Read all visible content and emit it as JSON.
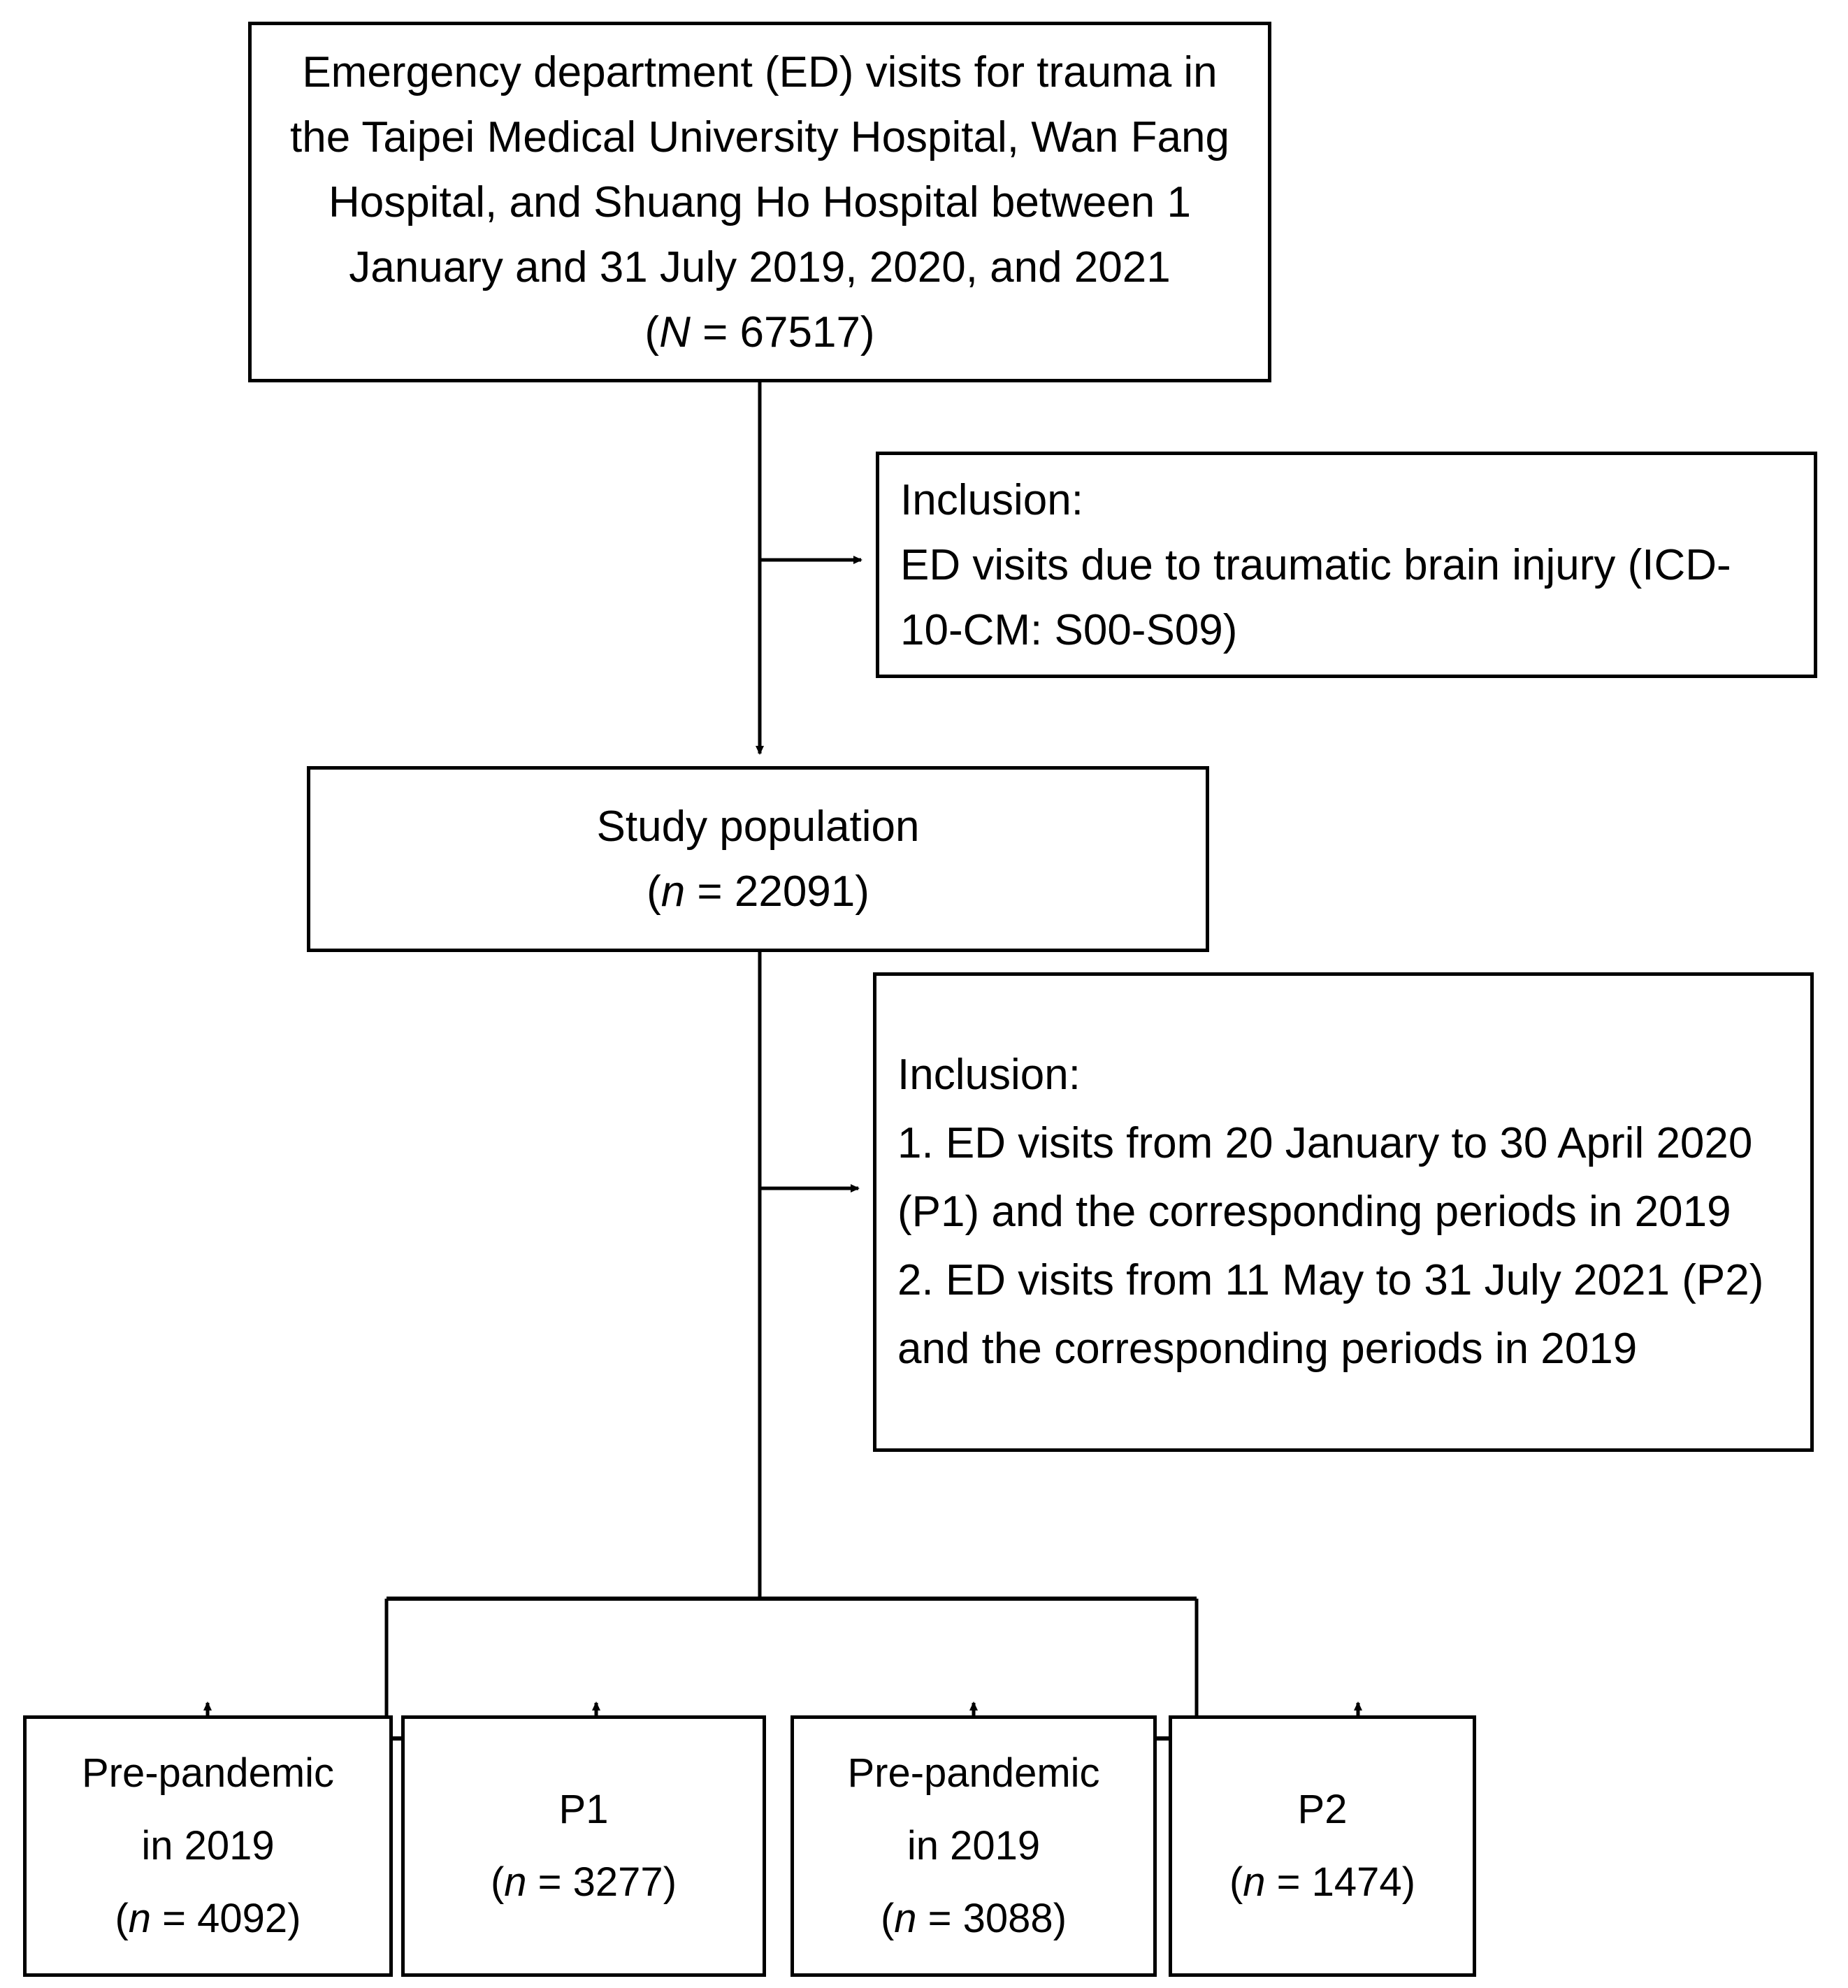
{
  "diagram": {
    "title": "Study population selection flowchart",
    "type": "flowchart",
    "stroke_color": "#000000",
    "background_color": "#ffffff"
  },
  "nodes": {
    "source": {
      "id": "source-cohort",
      "lines": [
        "Emergency department (ED) visits for trauma in",
        "the Taipei Medical University Hospital, Wan Fang",
        "Hospital, and Shuang Ho Hospital between 1",
        "January and 31 July 2019, 2020, and 2021"
      ],
      "count_prefix": "(",
      "count_symbol": "N",
      "count_value": " = 67517)",
      "count_text": "(N = 67517)"
    },
    "inclusion1": {
      "id": "inclusion-criteria-1",
      "heading": "Inclusion:",
      "lines": [
        "ED visits due to traumatic brain injury (ICD-",
        "10-CM: S00-S09)"
      ]
    },
    "study": {
      "id": "study-population",
      "label": "Study population",
      "count_symbol": "n",
      "count_value": " = 22091)",
      "count_text": "(n = 22091)"
    },
    "inclusion2": {
      "id": "inclusion-criteria-2",
      "heading": "Inclusion:",
      "lines": [
        "1. ED visits from 20 January to 30 April 2020",
        "(P1) and the corresponding periods in 2019",
        "2. ED visits from 11 May to 31 July 2021 (P2)",
        "and the corresponding periods in 2019"
      ]
    },
    "outcomes": [
      {
        "id": "pre-pandemic-2019-p1",
        "lines": [
          "Pre-pandemic",
          "in 2019"
        ],
        "count_symbol": "n",
        "count_value": " = 4092)",
        "count_text": "(n = 4092)"
      },
      {
        "id": "p1-group",
        "lines": [
          "P1"
        ],
        "count_symbol": "n",
        "count_value": " = 3277)",
        "count_text": "(n = 3277)"
      },
      {
        "id": "pre-pandemic-2019-p2",
        "lines": [
          "Pre-pandemic",
          "in 2019"
        ],
        "count_symbol": "n",
        "count_value": " = 3088)",
        "count_text": "(n = 3088)"
      },
      {
        "id": "p2-group",
        "lines": [
          "P2"
        ],
        "count_symbol": "n",
        "count_value": " = 1474)",
        "count_text": "(n = 1474)"
      }
    ]
  },
  "connectors": [
    {
      "name": "source-to-study-trunk",
      "kind": "vertical-arrow"
    },
    {
      "name": "trunk-to-inclusion1",
      "kind": "horizontal-arrow"
    },
    {
      "name": "study-to-split-trunk",
      "kind": "vertical-line"
    },
    {
      "name": "trunk-to-inclusion2",
      "kind": "horizontal-arrow"
    },
    {
      "name": "split-bus",
      "kind": "horizontal-bus"
    },
    {
      "name": "branch-to-pre-pandemic-2019-p1",
      "kind": "vertical-arrow"
    },
    {
      "name": "branch-to-p1-group",
      "kind": "vertical-arrow"
    },
    {
      "name": "branch-to-pre-pandemic-2019-p2",
      "kind": "vertical-arrow"
    },
    {
      "name": "branch-to-p2-group",
      "kind": "vertical-arrow"
    }
  ]
}
